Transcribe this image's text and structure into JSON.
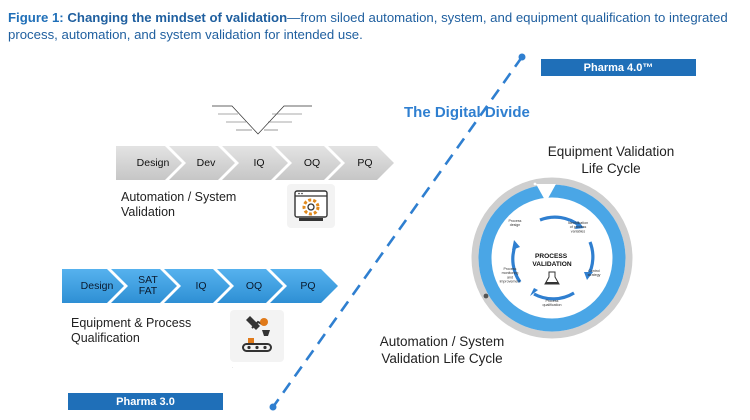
{
  "caption": {
    "label": "Figure 1:",
    "bold_text": "Changing the mindset of validation",
    "rest_text": "—from siloed automation, system, and equipment qualification to integrated process, automation, and system validation for intended use."
  },
  "pharma4": {
    "label": "Pharma 4.0™"
  },
  "pharma3": {
    "label": "Pharma 3.0"
  },
  "digital_divide": {
    "title": "The Digital Divide"
  },
  "automation_row": {
    "steps": [
      "Design",
      "Dev",
      "IQ",
      "OQ",
      "PQ"
    ],
    "label": "Automation / System\nValidation"
  },
  "equipment_row": {
    "steps": [
      "Design",
      "SAT\nFAT",
      "IQ",
      "OQ",
      "PQ"
    ],
    "label": "Equipment & Process\nQualification"
  },
  "equipment_lifecycle": {
    "label": "Equipment Validation\nLife Cycle"
  },
  "automation_lifecycle": {
    "label": "Automation / System\nValidation Life Cycle"
  },
  "process_validation": {
    "center": "PROCESS\nVALIDATION",
    "stages": [
      "Identification\nof process\nvariables",
      "Control\nstrategy",
      "Process\nqualification",
      "Process\nmonitoring\nand\nimprovement",
      "Process\ndesign"
    ]
  },
  "colors": {
    "accent": "#1f6fb8",
    "light_blue": "#4aa6e6",
    "gray": "#cccccc"
  },
  "icons": [
    "gear-settings-icon",
    "equipment-robot-icon",
    "flask-icon"
  ]
}
